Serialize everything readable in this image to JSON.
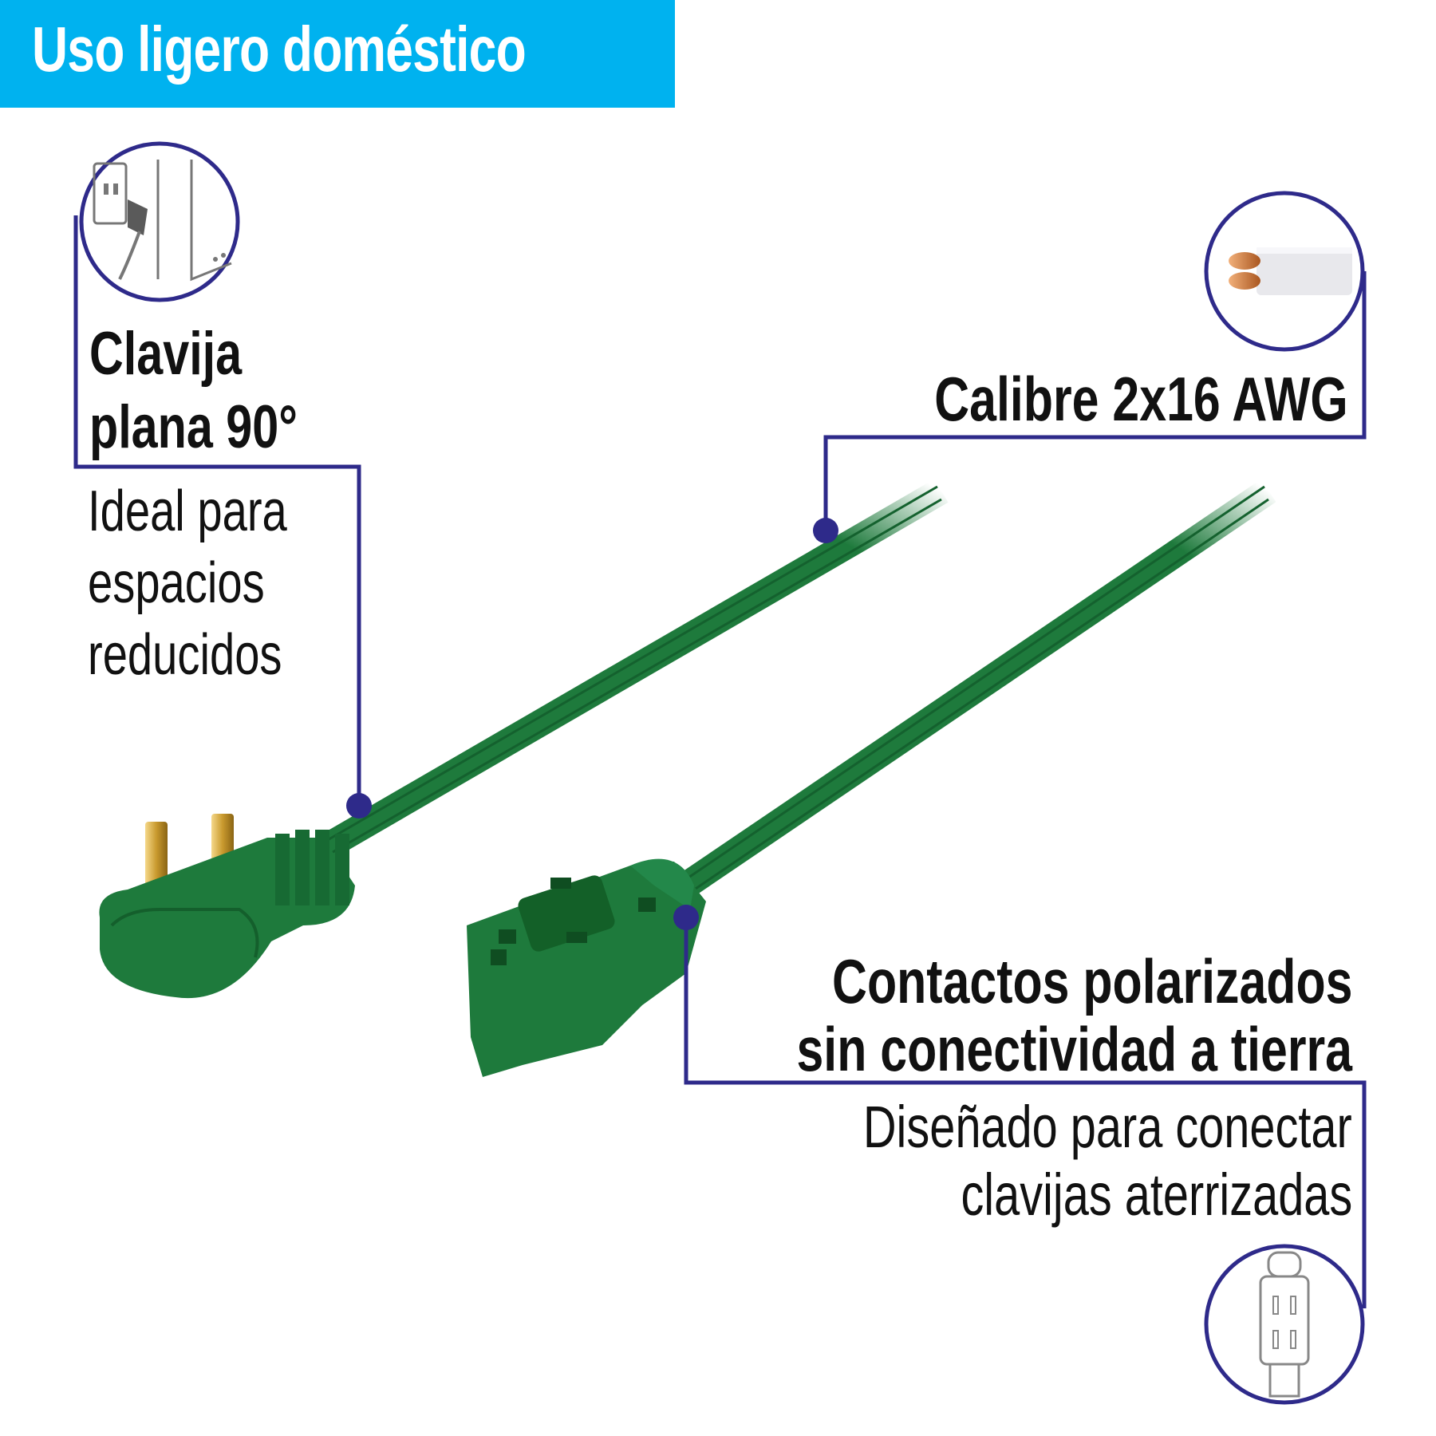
{
  "banner": {
    "title": "Uso ligero doméstico"
  },
  "features": {
    "plug": {
      "title_line1": "Clavija",
      "title_line2": "plana 90°",
      "desc_line1": "Ideal para",
      "desc_line2": "espacios",
      "desc_line3": "reducidos",
      "icon": "wall-outlet-plug-icon"
    },
    "gauge": {
      "title": "Calibre 2x16 AWG",
      "icon": "copper-wire-cable-icon"
    },
    "contacts": {
      "title_line1": "Contactos polarizados",
      "title_line2": "sin conectividad a tierra",
      "desc_line1": "Diseñado para conectar",
      "desc_line2": "clavijas aterrizadas",
      "icon": "grounded-plug-icon"
    }
  },
  "colors": {
    "banner": "#00b2ef",
    "callout_line": "#2e2a8a",
    "cord": "#1e7a3c",
    "prong": "#c99a2e",
    "text": "#111111"
  }
}
